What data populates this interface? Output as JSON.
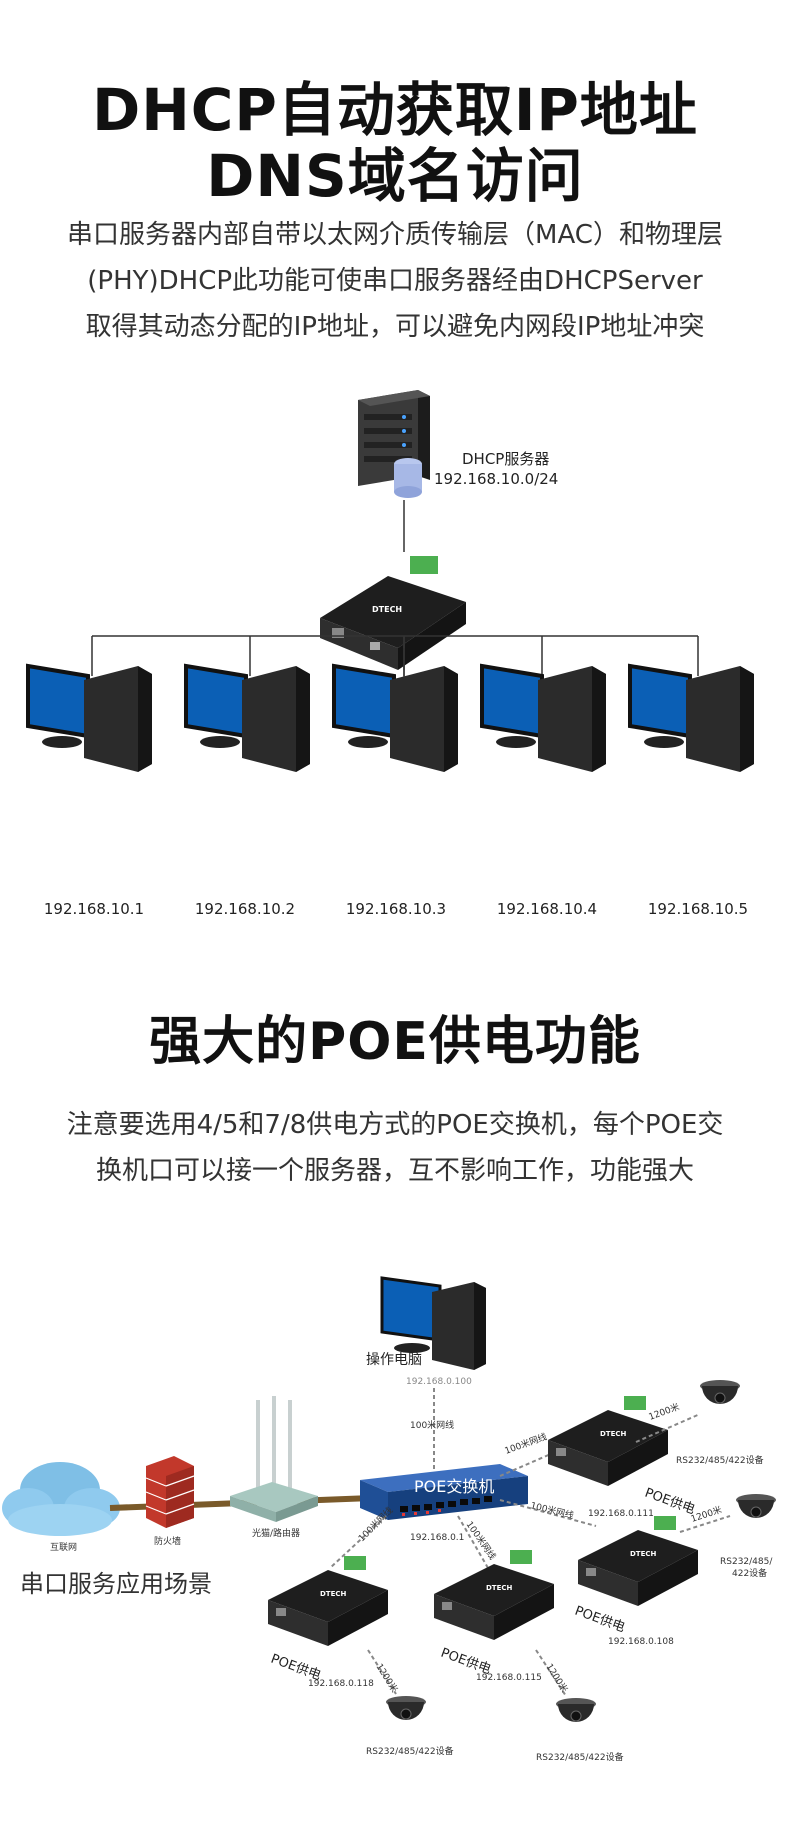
{
  "section1": {
    "title_line1": "DHCP自动获取IP地址",
    "title_line2": "DNS域名访问",
    "desc": [
      "串口服务器内部自带以太网介质传输层（MAC）和物理层",
      "(PHY)DHCP此功能可使串口服务器经由DHCPServer",
      "取得其动态分配的IP地址，可以避免内网段IP地址冲突"
    ],
    "server_label": "DHCP服务器",
    "server_subnet": "192.168.10.0/24",
    "clients": [
      "192.168.10.1",
      "192.168.10.2",
      "192.168.10.3",
      "192.168.10.4",
      "192.168.10.5"
    ]
  },
  "section2": {
    "title": "强大的POE供电功能",
    "desc": [
      "注意要选用4/5和7/8供电方式的POE交换机，每个POE交",
      "换机口可以接一个服务器，互不影响工作，功能强大"
    ],
    "scene_label": "串口服务应用场景",
    "operator_pc": "操作电脑",
    "operator_ip": "192.168.0.100",
    "switch_label": "POE交换机",
    "switch_ip": "192.168.0.1",
    "internet": "互联网",
    "firewall": "防火墙",
    "router": "光猫/路由器",
    "link_100m": "100米网线",
    "link_1200m": "1200米",
    "poe_power": "POE供电",
    "device_label": "RS232/485/422设备",
    "device_label_a": "RS232/485/",
    "device_label_b": "422设备",
    "servers": [
      {
        "ip": "192.168.0.111"
      },
      {
        "ip": "192.168.0.108"
      },
      {
        "ip": "192.168.0.118"
      },
      {
        "ip": "192.168.0.115"
      }
    ],
    "brand": "DTECH"
  },
  "colors": {
    "screen_blue": "#0b5fb5",
    "case_dark": "#2b2b2b",
    "switch_blue": "#1f4f96",
    "cable_brown": "#7a5a2a",
    "cloud_blue": "#7fbfe6",
    "brick_red": "#c2382b"
  }
}
